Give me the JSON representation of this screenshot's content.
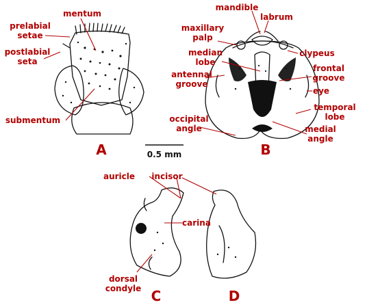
{
  "colors": {
    "label": "#b10000",
    "ink": "#111111",
    "background": "#ffffff"
  },
  "figure": {
    "panels": {
      "a": "A",
      "b": "B",
      "c": "C",
      "d": "D"
    },
    "scale_bar": "0.5 mm",
    "labels": {
      "mentum": "mentum",
      "prelabial_setae_1": "prelabial",
      "prelabial_setae_2": "setae",
      "postlabial_seta_1": "postlabial",
      "postlabial_seta_2": "seta",
      "submentum": "submentum",
      "mandible": "mandible",
      "labrum": "labrum",
      "maxillary_palp_1": "maxillary",
      "maxillary_palp_2": "palp",
      "clypeus": "clypeus",
      "median_lobe_1": "median",
      "median_lobe_2": "lobe",
      "frontal_groove_1": "frontal",
      "frontal_groove_2": "groove",
      "antennal_groove_1": "antennal",
      "antennal_groove_2": "groove",
      "eye": "eye",
      "temporal_lobe_1": "temporal",
      "temporal_lobe_2": "lobe",
      "occipital_angle_1": "occipital",
      "occipital_angle_2": "angle",
      "medial_angle_1": "medial",
      "medial_angle_2": "angle",
      "auricle": "auricle",
      "incisor": "incisor",
      "carina": "carina",
      "dorsal_condyle_1": "dorsal",
      "dorsal_condyle_2": "condyle"
    }
  }
}
